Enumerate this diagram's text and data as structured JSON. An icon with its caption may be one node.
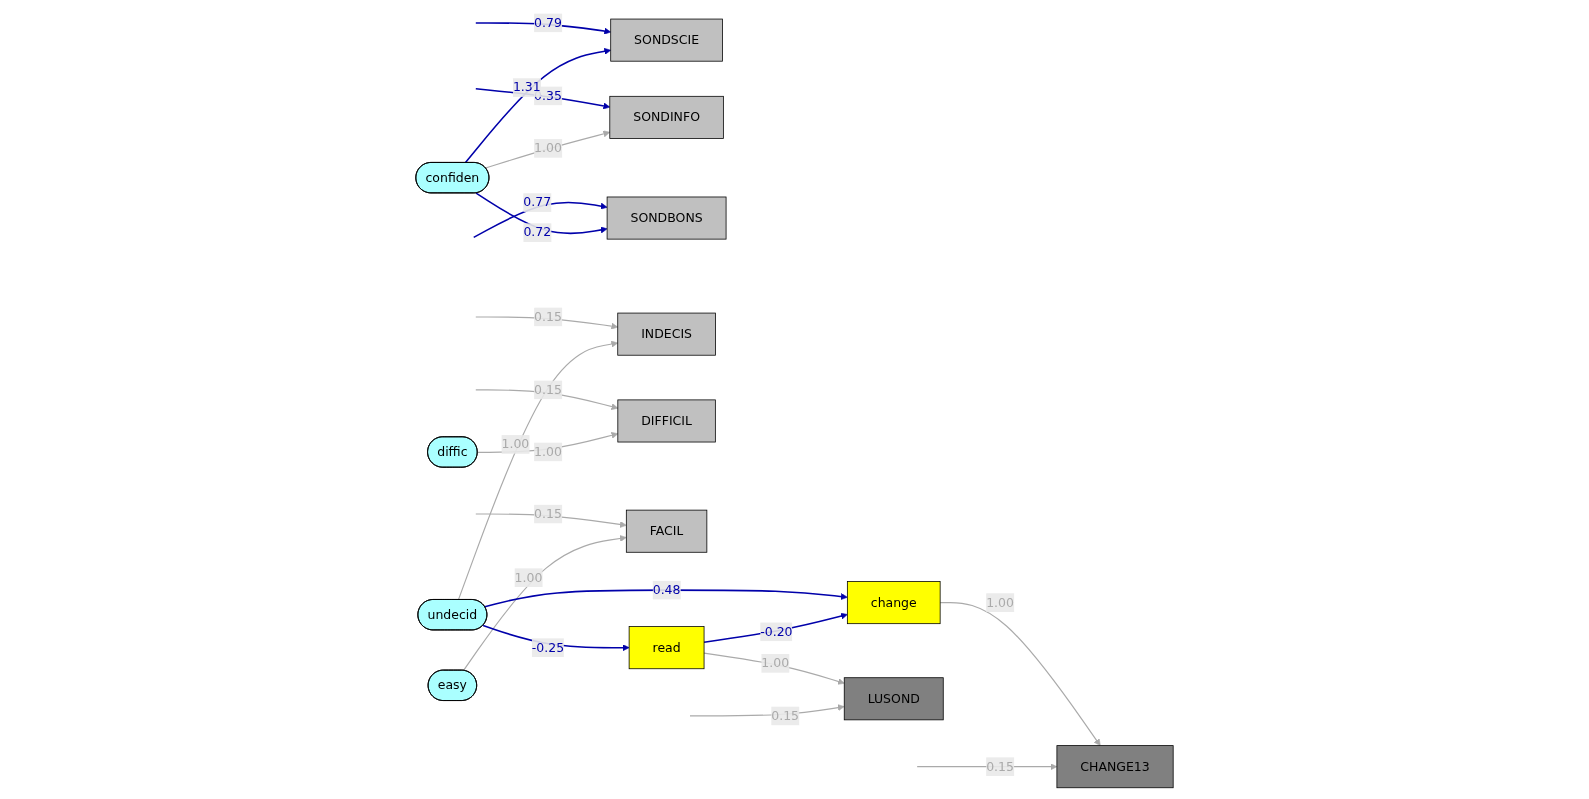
{
  "diagram": {
    "nodes": [
      {
        "text": [
          "SONDSCIE"
        ]
      },
      {
        "text": [
          "SONDINFO"
        ]
      },
      {
        "text": [
          "SONDBONS"
        ]
      },
      {
        "text": [
          "INDECIS"
        ]
      },
      {
        "text": [
          "DIFFICIL"
        ]
      },
      {
        "text": [
          "FACIL"
        ]
      },
      {
        "text": [
          "undecid"
        ]
      },
      {
        "text": [
          "confiden"
        ]
      },
      {
        "text": [
          "diffic"
        ]
      },
      {
        "text": [
          "easy"
        ]
      },
      {
        "text": [
          "change"
        ]
      },
      {
        "text": [
          "read"
        ]
      },
      {
        "text": [
          "CHANGE13"
        ]
      },
      {
        "text": [
          "LUSOND"
        ]
      }
    ],
    "edges": [
      {
        "from": null,
        "to": 0,
        "arrow": "to",
        "label": "0.79",
        "color": "#0000aa"
      },
      {
        "from": null,
        "to": 1,
        "arrow": "to",
        "label": "0.35",
        "color": "#0000aa"
      },
      {
        "from": null,
        "to": 2,
        "arrow": "to",
        "label": "0.77",
        "color": "#0000aa"
      },
      {
        "from": null,
        "to": 3,
        "arrow": "to",
        "label": "0.15"
      },
      {
        "from": null,
        "to": 4,
        "arrow": "to",
        "label": "0.15"
      },
      {
        "from": null,
        "to": 5,
        "arrow": "to",
        "label": "0.15"
      },
      {
        "from": 7,
        "to": 0,
        "arrow": "to",
        "label": "1.31",
        "color": "#0000aa"
      },
      {
        "from": 7,
        "to": 1,
        "arrow": "to",
        "label": "1.00"
      },
      {
        "from": 7,
        "to": 2,
        "arrow": "to",
        "label": "0.72",
        "color": "#0000aa"
      },
      {
        "from": 6,
        "to": 3,
        "arrow": "to",
        "label": "1.00"
      },
      {
        "from": 8,
        "to": 4,
        "arrow": "to",
        "label": "1.00"
      },
      {
        "from": 9,
        "to": 5,
        "arrow": "to",
        "label": "1.00"
      },
      {
        "from": 6,
        "to": 10,
        "arrow": "to",
        "label": "0.48",
        "color": "#0000aa"
      },
      {
        "from": 6,
        "to": 11,
        "arrow": "to",
        "label": "-0.25",
        "color": "#0000aa"
      },
      {
        "from": 11,
        "to": 10,
        "arrow": "to",
        "label": "-0.20",
        "color": "#0000aa"
      },
      {
        "from": 10,
        "to": 12,
        "arrow": "to",
        "label": "1.00"
      },
      {
        "from": 11,
        "to": 13,
        "arrow": "to",
        "label": "1.00"
      },
      {
        "from": null,
        "to": 12,
        "arrow": "to",
        "label": "0.15"
      },
      {
        "from": null,
        "to": 13,
        "arrow": "to",
        "label": "0.15"
      }
    ]
  }
}
